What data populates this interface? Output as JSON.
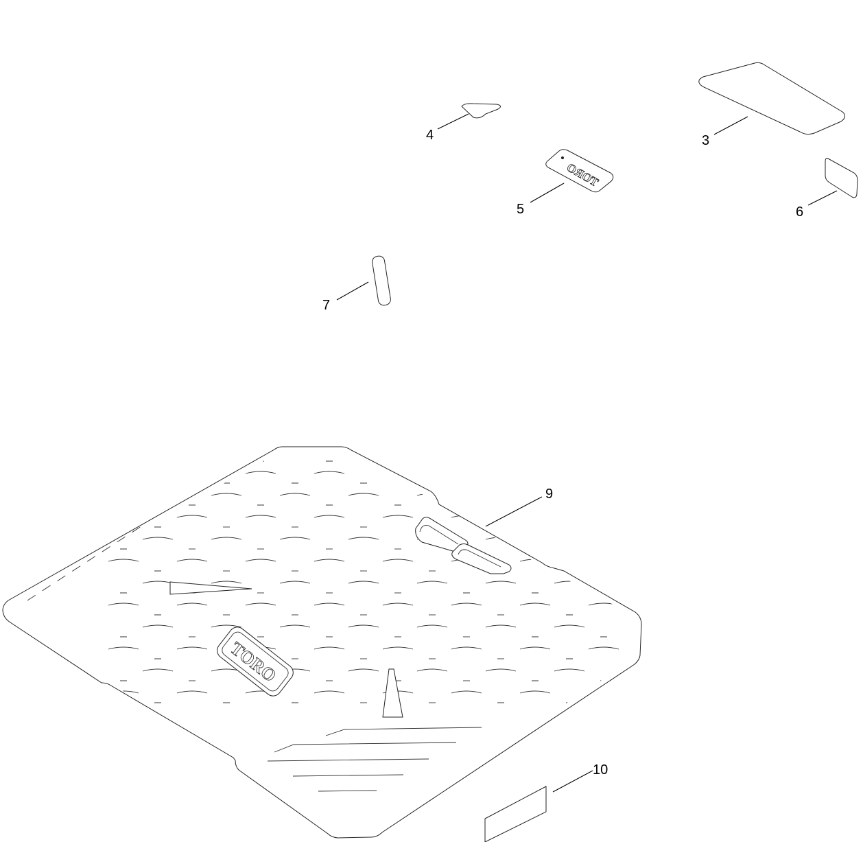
{
  "diagram": {
    "type": "exploded parts diagram",
    "line_color": "#222222",
    "background": "#ffffff",
    "parts": [
      {
        "callout": "3",
        "shape": "large rounded decal"
      },
      {
        "callout": "4",
        "shape": "small curved decal"
      },
      {
        "callout": "5",
        "shape": "logo badge",
        "logo_text": "TORO"
      },
      {
        "callout": "6",
        "shape": "small rectangular decal"
      },
      {
        "callout": "7",
        "shape": "rounded strip"
      },
      {
        "callout": "9",
        "shape": "floor mat",
        "logo_text": "TORO"
      },
      {
        "callout": "10",
        "shape": "rectangular decal"
      }
    ]
  }
}
